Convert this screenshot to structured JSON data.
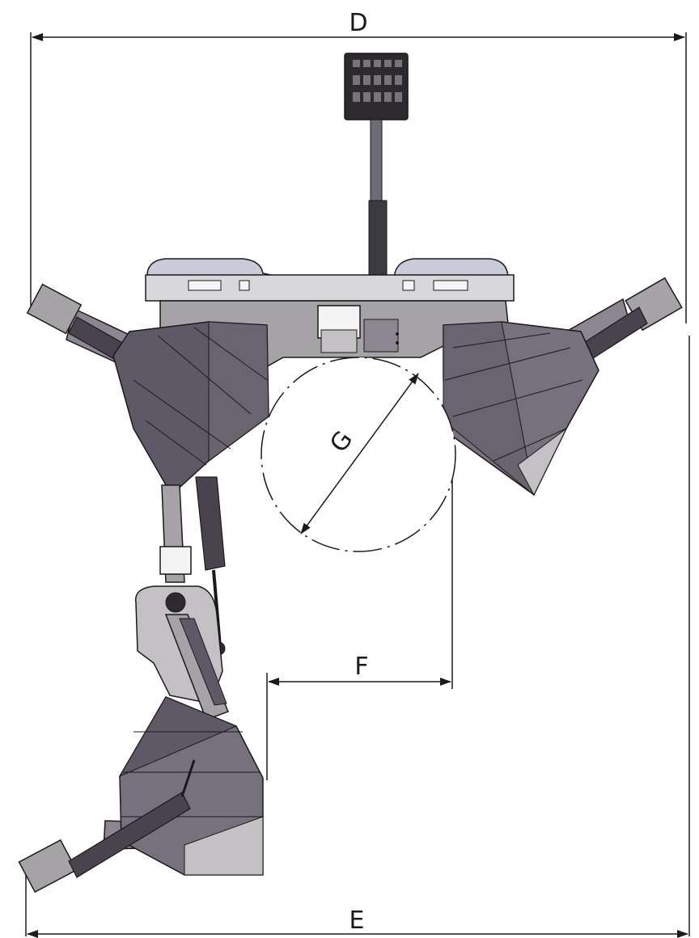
{
  "dimensions": {
    "d_label": "D",
    "e_label": "E",
    "f_label": "F",
    "g_label": "G"
  },
  "colors": {
    "line": "#1a1a1a",
    "dark_face": "#5f5866",
    "mid_face": "#77717d",
    "light_face": "#8b8690",
    "pale_face": "#c3c1c4",
    "frame": "#a6a3a7",
    "frame_light": "#d8d8dc",
    "pad_blue": "#c9ccd8",
    "cylinder": "#48434d"
  }
}
